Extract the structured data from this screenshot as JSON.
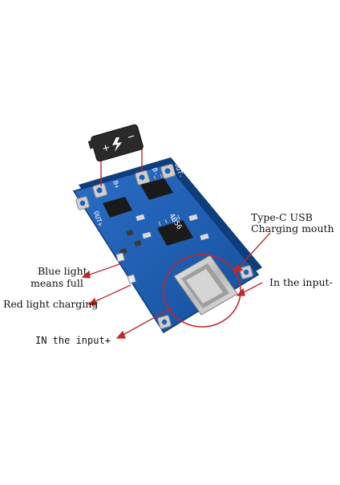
{
  "annotations": {
    "typec_line1": "Type-C USB",
    "typec_line2": "Charging mouth",
    "input_minus": "In the input-",
    "blue_line1": "Blue light",
    "blue_line2": "means full",
    "red_charging": "Red light charging",
    "input_plus": "IN the input+"
  },
  "board": {
    "chip_label": "4056",
    "pad_b_minus": "B-",
    "pad_b_plus": "B+",
    "pad_out_minus": "OUT-",
    "pad_out_plus": "OUT+"
  },
  "colors": {
    "pcb": "#1f5fb4",
    "pcb_dark": "#144a93",
    "arrow": "#c0282b",
    "chip": "#1a1a1a",
    "pad": "#c9c9c9"
  }
}
